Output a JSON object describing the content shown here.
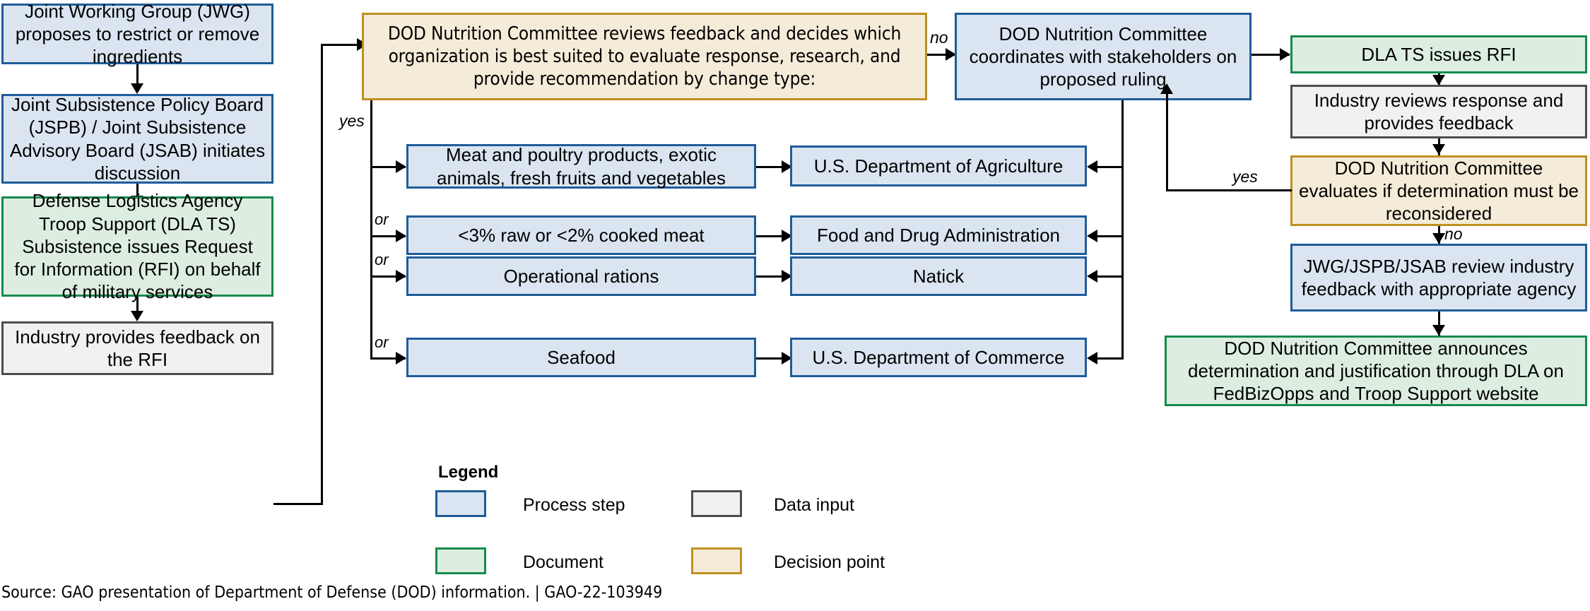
{
  "figure": {
    "source_note": "Source: GAO presentation of Department of Defense (DOD) information.  |  GAO-22-103949"
  },
  "colors": {
    "process_fill": "#dbe5f1",
    "process_border": "#1f5c99",
    "document_fill": "#ddeee1",
    "document_border": "#168a4c",
    "data_fill": "#f1f1f1",
    "data_border": "#4d4d4d",
    "decision_fill": "#f4ecd8",
    "decision_border": "#bf9022",
    "edge": "#000000"
  },
  "nodes": {
    "jwg_propose": "Joint Working Group (JWG) proposes to restrict or remove ingredients",
    "jspb_jsab": "Joint Subsistence Policy Board (JSPB) / Joint Subsistence Advisory Board (JSAB) initiates discussion",
    "dla_ts_rfi": "Defense Logistics Agency Troop Support (DLA TS) Subsistence issues Request for Information (RFI) on behalf of military services",
    "industry_feedback_rfi": "Industry provides feedback on the RFI",
    "committee_reviews": "DOD Nutrition Committee reviews feedback and decides which organization is best suited to evaluate response, research, and provide recommendation by change type:",
    "committee_coordinates": "DOD Nutrition Committee coordinates with stakeholders on proposed ruling",
    "cat_meat_poultry": "Meat and poultry products, exotic animals, fresh fruits and vegetables",
    "cat_raw_cooked": "<3% raw or <2% cooked meat",
    "cat_operational": "Operational rations",
    "cat_seafood": "Seafood",
    "agency_usda": "U.S. Department of Agriculture",
    "agency_fda": "Food and Drug Administration",
    "agency_natick": "Natick",
    "agency_commerce": "U.S. Department of Commerce",
    "dla_ts_issues_rfi": "DLA TS issues RFI",
    "industry_reviews": "Industry reviews response and provides feedback",
    "committee_evaluates": "DOD Nutrition Committee evaluates if determination must be reconsidered",
    "jwg_review": "JWG/JSPB/JSAB review industry feedback with appropriate agency",
    "committee_announces": "DOD Nutrition Committee announces determination and justification through DLA on FedBizOpps and Troop Support website"
  },
  "edge_labels": {
    "yes_branch": "yes",
    "no_to_coordinates": "no",
    "or_1": "or",
    "or_2": "or",
    "or_3": "or",
    "yes_reconsider": "yes",
    "no_reconsider": "no"
  },
  "legend": {
    "title": "Legend",
    "items": [
      {
        "label": "Process step",
        "type": "process"
      },
      {
        "label": "Data input",
        "type": "data"
      },
      {
        "label": "Document",
        "type": "document"
      },
      {
        "label": "Decision point",
        "type": "decision"
      }
    ]
  }
}
